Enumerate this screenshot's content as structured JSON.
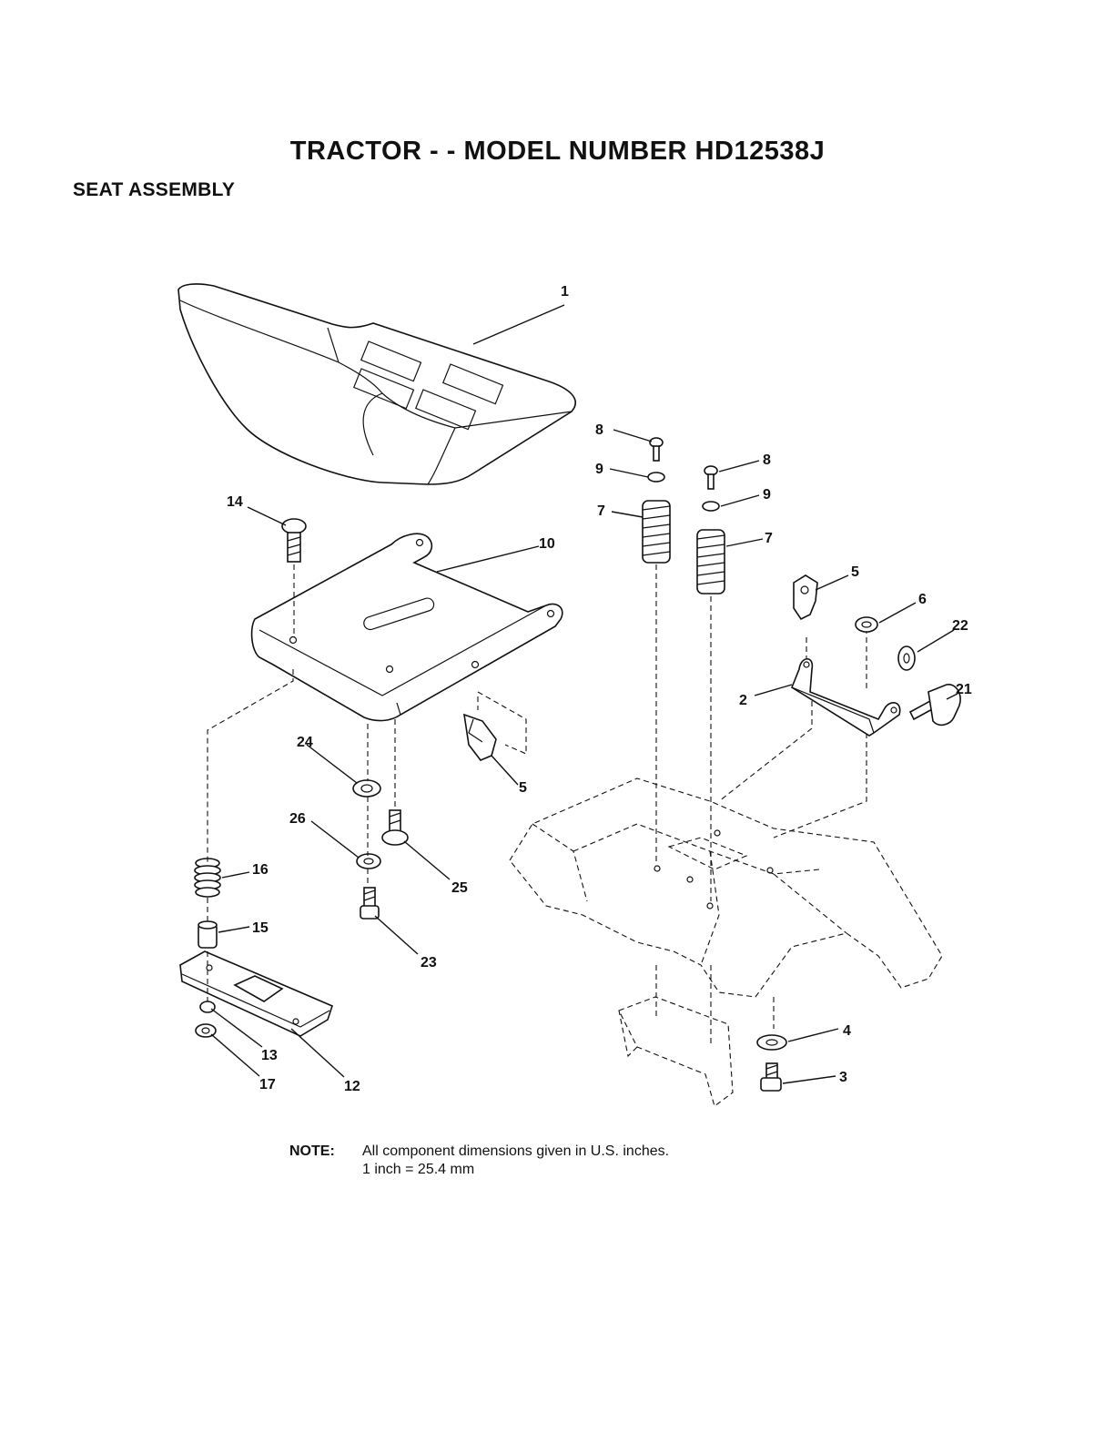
{
  "page": {
    "title": "TRACTOR - - MODEL NUMBER HD12538J",
    "section": "SEAT ASSEMBLY"
  },
  "note": {
    "label": "NOTE:",
    "line1": "All component dimensions given in U.S. inches.",
    "line2": "1 inch = 25.4 mm"
  },
  "callouts": {
    "c1": "1",
    "c2": "2",
    "c3": "3",
    "c4": "4",
    "c5a": "5",
    "c5b": "5",
    "c6": "6",
    "c7a": "7",
    "c7b": "7",
    "c8a": "8",
    "c8b": "8",
    "c9a": "9",
    "c9b": "9",
    "c10": "10",
    "c12": "12",
    "c13": "13",
    "c14": "14",
    "c15": "15",
    "c16": "16",
    "c17": "17",
    "c21": "21",
    "c22": "22",
    "c23": "23",
    "c24": "24",
    "c25": "25",
    "c26": "26"
  }
}
